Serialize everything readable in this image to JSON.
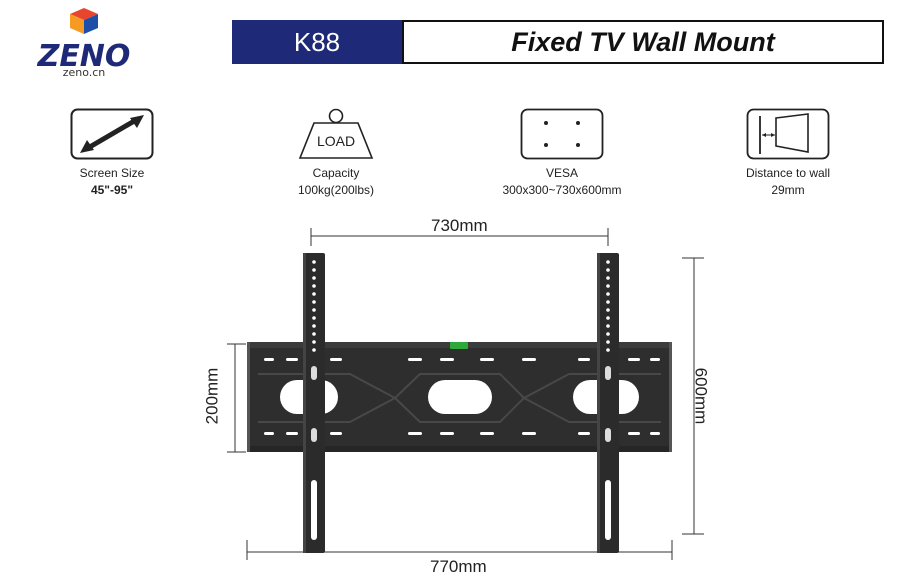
{
  "brand": {
    "name": "ZENO",
    "domain": "zeno.cn"
  },
  "header": {
    "model": "K88",
    "title": "Fixed TV Wall Mount"
  },
  "specs": [
    {
      "icon": "diagonal-arrow-icon",
      "label": "Screen Size",
      "value": "45\"-95\""
    },
    {
      "icon": "weight-icon",
      "icon_text": "LOAD",
      "label": "Capacity",
      "value": "100kg(200lbs)"
    },
    {
      "icon": "vesa-holes-icon",
      "label": "VESA",
      "value": "300x300~730x600mm"
    },
    {
      "icon": "wall-distance-icon",
      "label": "Distance to wall",
      "value": "29mm"
    }
  ],
  "dimensions": {
    "top_width": "730mm",
    "bottom_width": "770mm",
    "left_height": "200mm",
    "right_height": "600mm"
  },
  "colors": {
    "header_blue": "#1e2a78",
    "mount_dark": "#2e2e2e",
    "level_green": "#2fa83a"
  }
}
